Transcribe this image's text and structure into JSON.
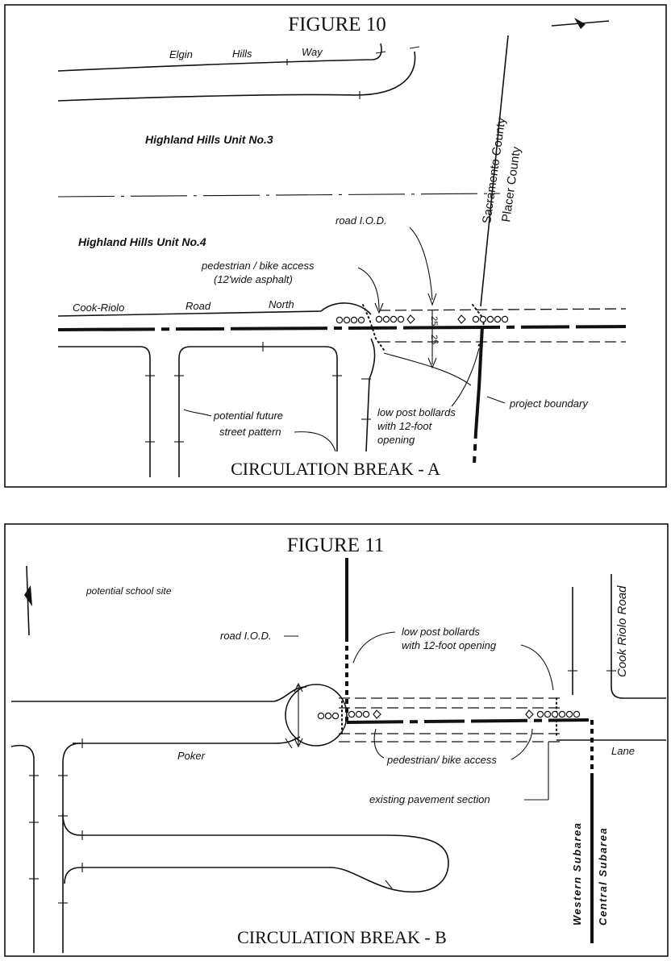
{
  "figure10": {
    "title": "FIGURE 10",
    "caption": "CIRCULATION BREAK - A",
    "street_elgin": [
      "Elgin",
      "Hills",
      "Way"
    ],
    "unit3": "Highland Hills Unit No.3",
    "unit4": "Highland Hills Unit No.4",
    "county_sacramento": "Sacramento County",
    "county_placer": "Placer County",
    "road_iod": "road I.O.D.",
    "ped_access_1": "pedestrian / bike access",
    "ped_access_2": "(12'wide asphalt)",
    "street_cook": [
      "Cook-Riolo",
      "Road",
      "North"
    ],
    "dim_left": "25",
    "dim_right": "25",
    "future_1": "potential future",
    "future_2": "street pattern",
    "bollards_1": "low post bollards",
    "bollards_2": "with 12-foot",
    "bollards_3": "opening",
    "project_boundary": "project boundary"
  },
  "figure11": {
    "title": "FIGURE 11",
    "caption": "CIRCULATION BREAK - B",
    "school_site": "potential school site",
    "road_iod": "road I.O.D.",
    "bollards_1": "low post bollards",
    "bollards_2": "with 12-foot opening",
    "street_cook": "Cook Riolo Road",
    "street_poker": "Poker",
    "street_lane": "Lane",
    "ped_access": "pedestrian/ bike access",
    "existing_pavement": "existing pavement section",
    "western_subarea": "Western Subarea",
    "central_subarea": "Central Subarea"
  }
}
